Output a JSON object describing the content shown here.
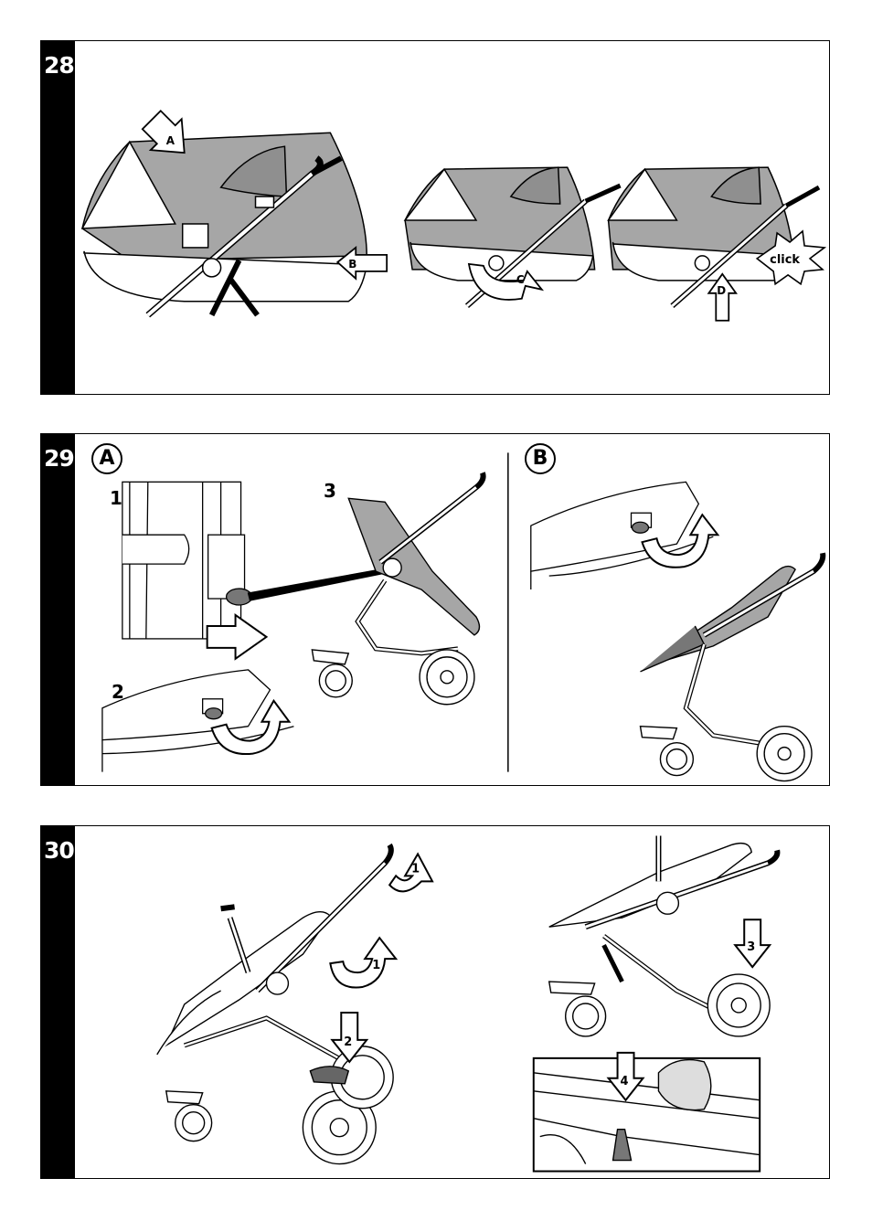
{
  "steps": [
    {
      "number": "28",
      "labels": {
        "a": "A",
        "b": "B",
        "c": "C",
        "d": "D",
        "click": "click"
      }
    },
    {
      "number": "29",
      "variant_a": "A",
      "variant_b": "B",
      "substeps": [
        "1",
        "2",
        "3"
      ]
    },
    {
      "number": "30",
      "arrows": [
        "1",
        "1",
        "2",
        "3",
        "4"
      ]
    }
  ],
  "colors": {
    "ink": "#000000",
    "fabric": "#a6a6a6",
    "paper": "#ffffff"
  }
}
